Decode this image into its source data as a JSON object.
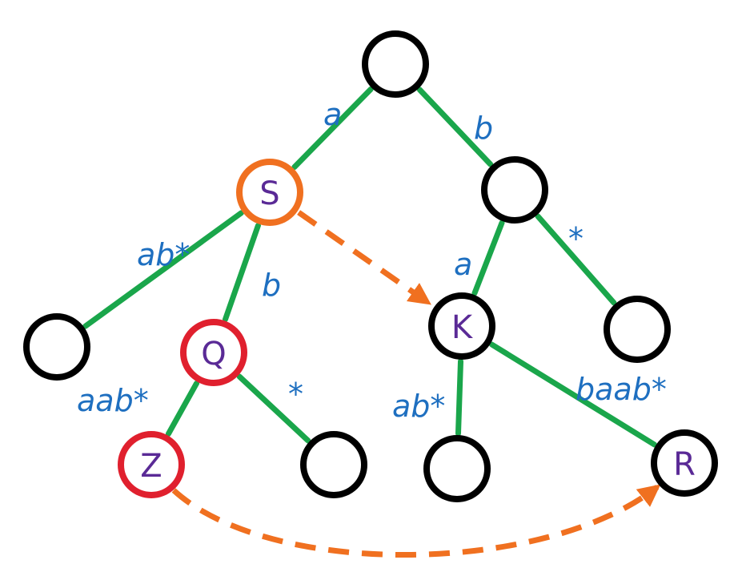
{
  "colors": {
    "edge": "#1aa64b",
    "edge_label": "#1e6fc0",
    "node_default": "#000000",
    "node_orange": "#f07020",
    "node_red": "#e0202e",
    "node_text": "#5a2a96",
    "suffix_link": "#f07020"
  },
  "nodes": [
    {
      "id": "root",
      "label": "",
      "border": "node_default"
    },
    {
      "id": "S",
      "label": "S",
      "border": "node_orange"
    },
    {
      "id": "b-node",
      "label": "",
      "border": "node_default"
    },
    {
      "id": "leaf-ab",
      "label": "",
      "border": "node_default"
    },
    {
      "id": "Q",
      "label": "Q",
      "border": "node_red"
    },
    {
      "id": "K",
      "label": "K",
      "border": "node_default"
    },
    {
      "id": "leaf-b-star",
      "label": "",
      "border": "node_default"
    },
    {
      "id": "Z",
      "label": "Z",
      "border": "node_red"
    },
    {
      "id": "leaf-q-star",
      "label": "",
      "border": "node_default"
    },
    {
      "id": "leaf-k-ab",
      "label": "",
      "border": "node_default"
    },
    {
      "id": "R",
      "label": "R",
      "border": "node_default"
    }
  ],
  "edges": [
    {
      "from": "root",
      "to": "S",
      "label": "a"
    },
    {
      "from": "root",
      "to": "b-node",
      "label": "b"
    },
    {
      "from": "S",
      "to": "leaf-ab",
      "label": "ab*"
    },
    {
      "from": "S",
      "to": "Q",
      "label": "b"
    },
    {
      "from": "b-node",
      "to": "K",
      "label": "a"
    },
    {
      "from": "b-node",
      "to": "leaf-b-star",
      "label": "*"
    },
    {
      "from": "Q",
      "to": "Z",
      "label": "aab*"
    },
    {
      "from": "Q",
      "to": "leaf-q-star",
      "label": "*"
    },
    {
      "from": "K",
      "to": "leaf-k-ab",
      "label": "ab*"
    },
    {
      "from": "K",
      "to": "R",
      "label": "baab*"
    }
  ],
  "suffix_links": [
    {
      "from": "S",
      "to": "K"
    },
    {
      "from": "Z",
      "to": "R"
    }
  ]
}
